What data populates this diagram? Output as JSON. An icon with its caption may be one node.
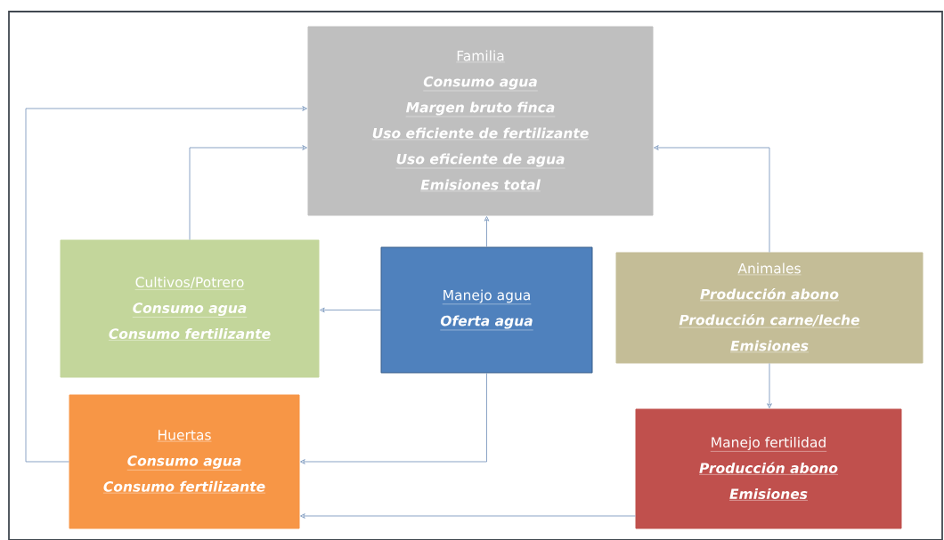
{
  "diagram": {
    "nodes": [
      {
        "text": [
          "Familia",
          "Consumo agua",
          "Margen bruto finca",
          "Uso eficiente de fertilizante",
          "Uso eficiente de agua",
          "Emisiones total"
        ]
      },
      {
        "text": [
          "Cultivos/Potrero",
          "Consumo agua",
          "Consumo fertilizante"
        ]
      },
      {
        "text": [
          "Manejo agua",
          "Oferta agua"
        ]
      },
      {
        "text": [
          "Animales",
          "Producción abono",
          "Producción carne/leche",
          "Emisiones"
        ]
      },
      {
        "text": [
          "Huertas",
          "Consumo agua",
          "Consumo fertilizante"
        ]
      },
      {
        "text": [
          "Manejo fertilidad",
          "Producción abono",
          "Emisiones"
        ]
      }
    ],
    "edges": [
      {
        "from": 4,
        "to": 0,
        "arrow": "to"
      },
      {
        "from": 1,
        "to": 0,
        "arrow": "to"
      },
      {
        "from": 2,
        "to": 0,
        "arrow": "to"
      },
      {
        "from": 3,
        "to": 0,
        "arrow": "to"
      },
      {
        "from": 2,
        "to": 1,
        "arrow": "to"
      },
      {
        "from": 2,
        "to": 4,
        "arrow": "to"
      },
      {
        "from": 3,
        "to": 5,
        "arrow": "to"
      },
      {
        "from": 5,
        "to": 4,
        "arrow": "to"
      }
    ]
  }
}
